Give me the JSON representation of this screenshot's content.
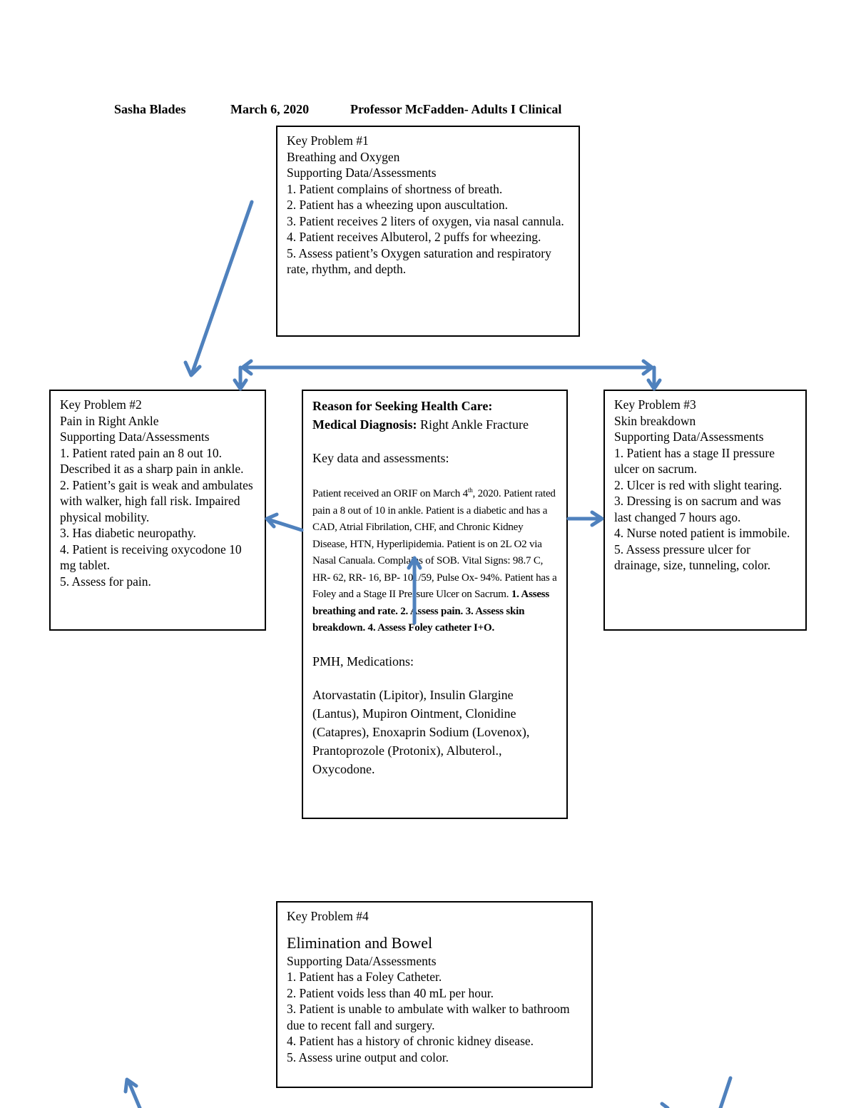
{
  "header": {
    "name": "Sasha Blades",
    "date": "March 6, 2020",
    "course": "Professor McFadden- Adults I Clinical"
  },
  "key_problem_1": {
    "title": "Key Problem #1",
    "problem": "Breathing and Oxygen",
    "subtitle": "Supporting Data/Assessments",
    "items": [
      "1. Patient complains of shortness of breath.",
      "2. Patient has a wheezing upon auscultation.",
      "3. Patient receives 2 liters of oxygen, via nasal cannula.",
      "4. Patient receives Albuterol, 2 puffs for wheezing.",
      "5. Assess patient’s Oxygen saturation and respiratory rate, rhythm, and depth."
    ]
  },
  "key_problem_2": {
    "title": "Key Problem #2",
    "problem": "Pain in Right Ankle",
    "subtitle": "Supporting Data/Assessments",
    "items": [
      "1. Patient rated pain an 8 out 10. Described it as a sharp pain in ankle.",
      "2. Patient’s gait is weak and ambulates with walker, high fall risk. Impaired physical mobility.",
      "3. Has diabetic neuropathy.",
      "4. Patient is receiving oxycodone 10 mg tablet.",
      "5. Assess for pain."
    ]
  },
  "key_problem_3": {
    "title": "Key Problem #3",
    "problem": "Skin breakdown",
    "subtitle": "Supporting Data/Assessments",
    "items": [
      "1. Patient has a stage II pressure ulcer on sacrum.",
      "2. Ulcer is red with slight tearing.",
      "3. Dressing is on sacrum and was last changed 7 hours ago.",
      "4. Nurse noted patient is immobile.",
      "5. Assess pressure ulcer for drainage, size, tunneling, color."
    ]
  },
  "center": {
    "reason_label": "Reason for Seeking Health Care:",
    "diagnosis_label": "Medical Diagnosis:",
    "diagnosis_value": " Right Ankle Fracture",
    "key_data_label": "Key data and assessments:",
    "narrative_pre": "Patient received an ORIF on March 4",
    "narrative_sup": "th",
    "narrative_post": ", 2020. Patient rated pain a 8 out of 10 in ankle. Patient is a diabetic and has a CAD, Atrial Fibrilation, CHF, and Chronic Kidney Disease, HTN, Hyperlipidemia. Patient is on 2L O2 via Nasal Canuala. Complains of SOB. Vital Signs: 98.7 C, HR- 62, RR- 16, BP- 101/59, Pulse Ox- 94%.  Patient has a Foley and a Stage II Pressure Ulcer on Sacrum. ",
    "narrative_bold": "1. Assess breathing and rate. 2. Assess pain. 3. Assess skin breakdown. 4. Assess Foley catheter I+O.",
    "pmh_label": "PMH, Medications:",
    "medications": "Atorvastatin (Lipitor), Insulin Glargine (Lantus), Mupiron Ointment, Clonidine (Catapres), Enoxaprin Sodium (Lovenox), Prantoprozole (Protonix), Albuterol., Oxycodone."
  },
  "key_problem_4": {
    "title": "Key Problem #4",
    "problem": "Elimination and Bowel",
    "subtitle": "Supporting Data/Assessments",
    "items": [
      "1. Patient has a Foley Catheter.",
      "2. Patient voids less than 40 mL per hour.",
      "3. Patient is unable to ambulate with walker to bathroom due to recent fall and surgery.",
      "4.  Patient has a history of chronic kidney disease.",
      "5. Assess urine output and color."
    ]
  },
  "colors": {
    "arrow": "#4f81bd"
  }
}
